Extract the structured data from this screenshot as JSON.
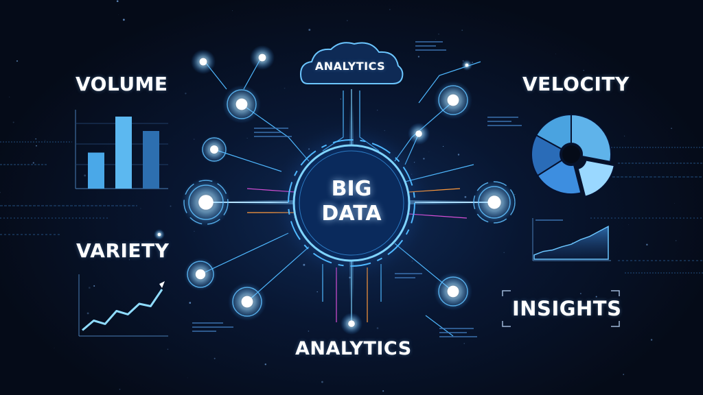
{
  "hub": {
    "line1": "BIG",
    "line2": "DATA"
  },
  "labels": {
    "volume": "VOLUME",
    "velocity": "VELOCITY",
    "variety": "VARIETY",
    "analytics_top": "ANALYTICS",
    "analytics_bottom": "ANALYTICS",
    "insights": "INSIGHTS"
  },
  "colors": {
    "glow": "#4fb8ff",
    "accent_cyan": "#7fd4ff",
    "accent_magenta": "#d64fd6",
    "accent_orange": "#ff9a3c",
    "bar": "#4aa8e8",
    "bar_dark": "#2d6fb0"
  },
  "icons": [
    "cloud-icon",
    "node-icon",
    "bar-chart-icon",
    "pie-chart-icon",
    "line-chart-icon",
    "area-chart-icon"
  ],
  "volume_bars": [
    0.5,
    1.0,
    0.8
  ],
  "velocity_pie": [
    0.28,
    0.18,
    0.2,
    0.17,
    0.17
  ],
  "variety_line": [
    0.05,
    0.25,
    0.18,
    0.45,
    0.38,
    0.6,
    0.55,
    0.9
  ],
  "insights_area": [
    0.12,
    0.22,
    0.26,
    0.35,
    0.42,
    0.55,
    0.64,
    0.78,
    0.92
  ]
}
